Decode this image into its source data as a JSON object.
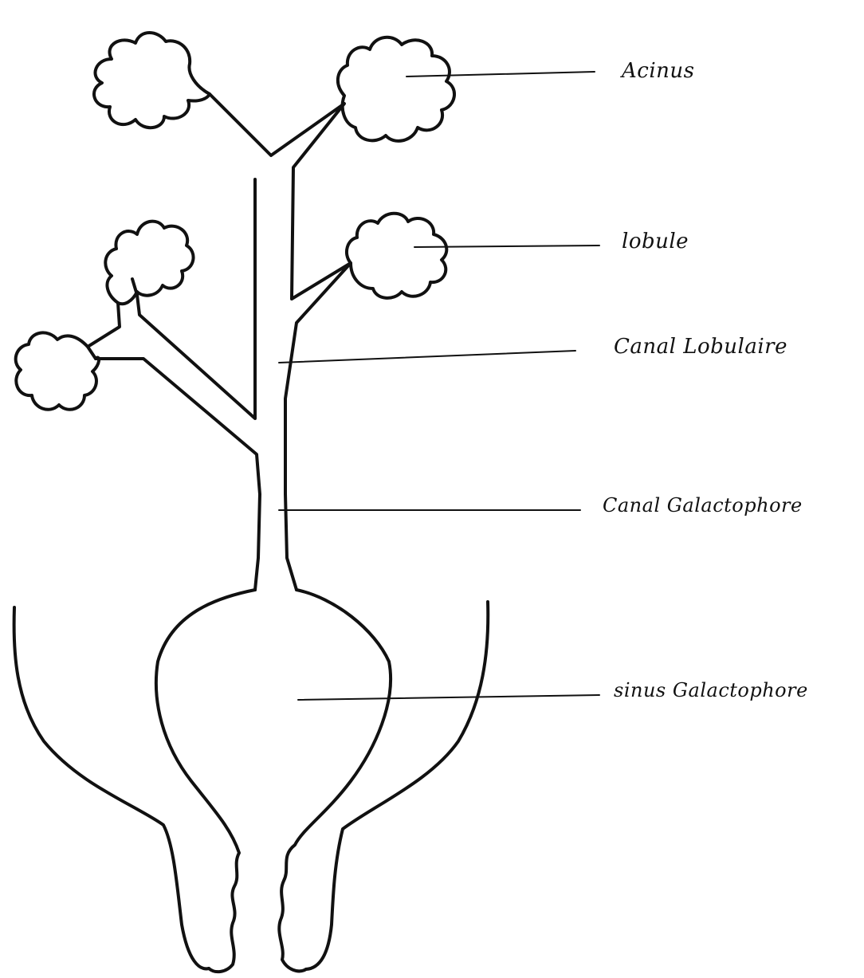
{
  "labels": {
    "acinus": "Acinus",
    "lobule": "lobule",
    "canal_lobulaire": "Canal Lobulaire",
    "canal_galactophore": "Canal Galactophore",
    "sinus_galactophore": "sinus Galactophore"
  }
}
